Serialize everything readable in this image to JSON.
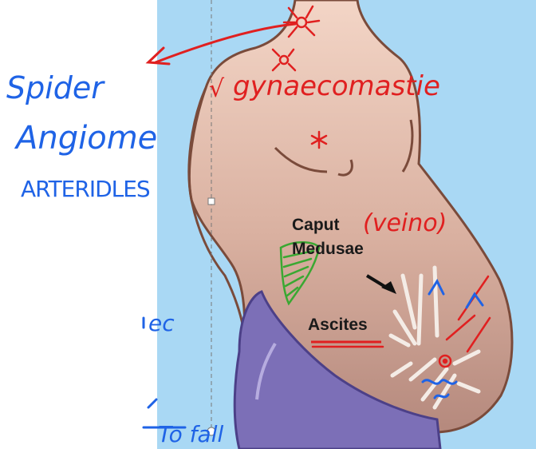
{
  "figure": {
    "printed_labels": {
      "caput": "Caput",
      "medusae": "Medusae",
      "ascites": "Ascites"
    }
  },
  "annotations": {
    "spider": "Spider",
    "angiome": "Angiome",
    "arterioles": "ARTERIDLES",
    "gynaecomastie": "gynaecomastie",
    "check": "√",
    "veins": "(veino)",
    "partial_left": "ec",
    "partial_bottom": "To fall"
  },
  "colors": {
    "background": "#ffffff",
    "figure_background": "#a9d8f4",
    "skin_top": "#f3d5c6",
    "skin_bottom": "#b5897d",
    "outline": "#7a4b3b",
    "cloth": "#7c6fb7",
    "ink_red": "#e02020",
    "ink_blue": "#1f63e6",
    "ink_green": "#3aa832",
    "selection_guide": "#777777"
  },
  "icons": [
    "spider-naevus-icon",
    "arrow-icon",
    "liver-sketch-icon"
  ]
}
